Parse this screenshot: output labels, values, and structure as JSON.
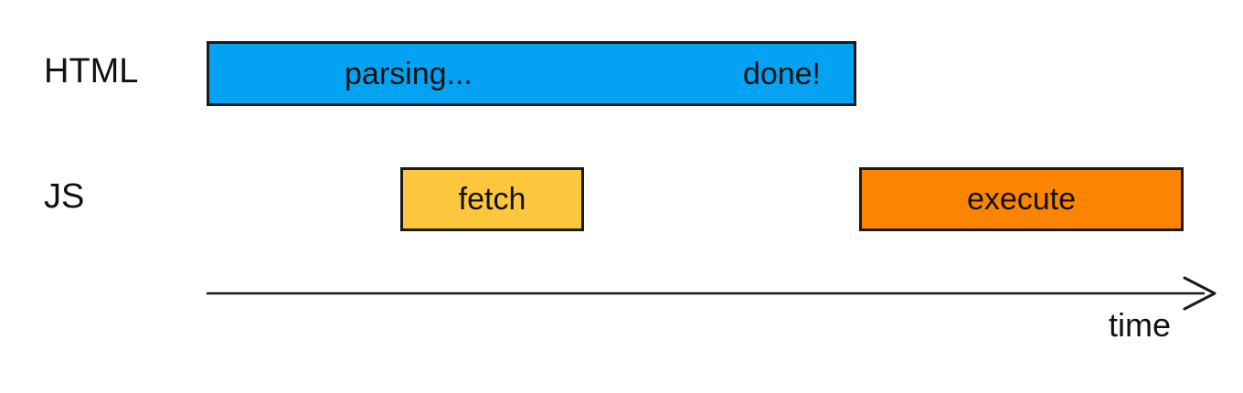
{
  "rows": {
    "html": {
      "label": "HTML",
      "parsing_text": "parsing...",
      "done_text": "done!"
    },
    "js": {
      "label": "JS",
      "fetch_text": "fetch",
      "execute_text": "execute"
    }
  },
  "axis": {
    "label": "time"
  },
  "colors": {
    "parsing_bar": "#04a2f2",
    "fetch_bar": "#fcc63d",
    "execute_bar": "#fb8500",
    "outline": "#1a1a1a",
    "text": "#111111"
  }
}
